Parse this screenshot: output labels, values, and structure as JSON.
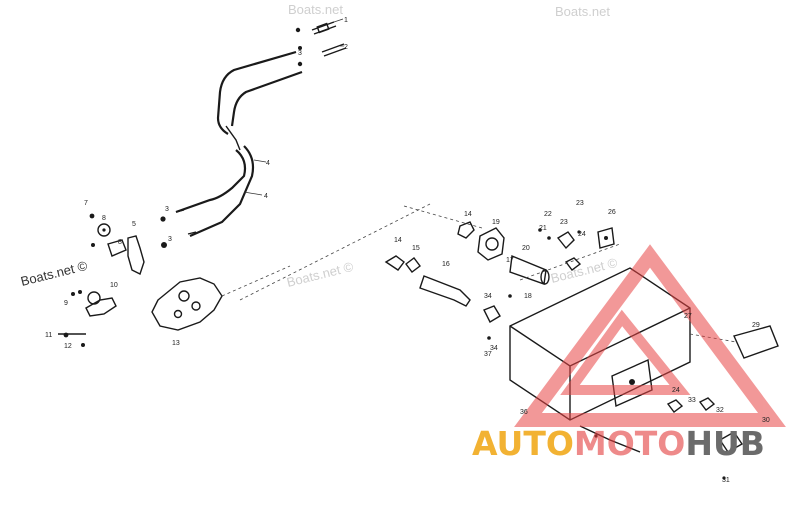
{
  "watermarks": {
    "top_center": "Boats.net",
    "top_right": "Boats.net",
    "left": "Boats.net ©",
    "center": "Boats.net ©",
    "right": "Boats.net ©"
  },
  "labels": {
    "l1": "1",
    "l2": "2",
    "l3a": "3",
    "l4a": "4",
    "l4b": "4",
    "l3b": "3",
    "l3c": "3",
    "l5": "5",
    "l7": "7",
    "l8a": "8",
    "l8b": "8",
    "l9": "9",
    "l10": "10",
    "l11": "11",
    "l12": "12",
    "l13": "13",
    "l14a": "14",
    "l14b": "14",
    "l15": "15",
    "l16": "16",
    "l17": "17",
    "l18": "18",
    "l19": "19",
    "l20": "20",
    "l21": "21",
    "l22": "22",
    "l23a": "23",
    "l23b": "23",
    "l24a": "24",
    "l24b": "24",
    "l26": "26",
    "l27": "27",
    "l29": "29",
    "l30": "30",
    "l31": "31",
    "l32": "32",
    "l33": "33",
    "l34a": "34",
    "l34b": "34",
    "l36": "36",
    "l37": "37"
  },
  "logo": {
    "word1": "AUTO",
    "word2": "MOTO",
    "word3": "HUB",
    "colors": {
      "auto": "#f2b233",
      "moto": "#e33d3d",
      "hub": "#6b6b6b",
      "triangle": "#e84545"
    }
  }
}
